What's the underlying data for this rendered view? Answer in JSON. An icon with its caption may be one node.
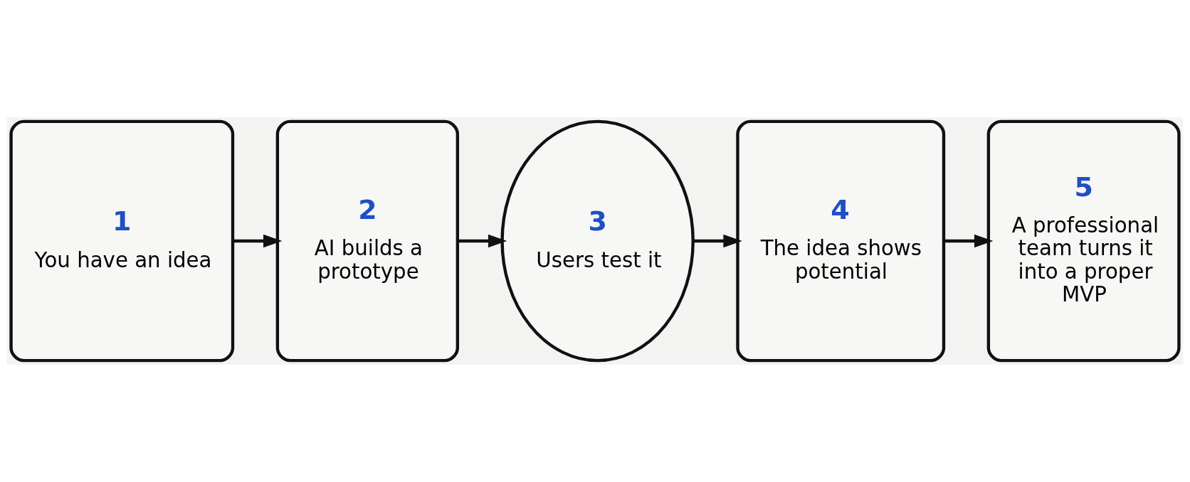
{
  "diagram": {
    "nodes": [
      {
        "text": [
          "1",
          "You have an idea"
        ]
      },
      {
        "text": [
          "2",
          "AI builds a prototype"
        ]
      },
      {
        "text": [
          "3",
          "Users test it"
        ]
      },
      {
        "text": [
          "4",
          "The idea shows potential"
        ]
      },
      {
        "text": [
          "5",
          "A professional team turns it into a proper MVP"
        ]
      }
    ],
    "edges": [
      {
        "from": 0,
        "to": 1,
        "arrow": "to"
      },
      {
        "from": 1,
        "to": 2,
        "arrow": "to"
      },
      {
        "from": 2,
        "to": 3,
        "arrow": "to"
      },
      {
        "from": 3,
        "to": 4,
        "arrow": "to"
      }
    ]
  }
}
